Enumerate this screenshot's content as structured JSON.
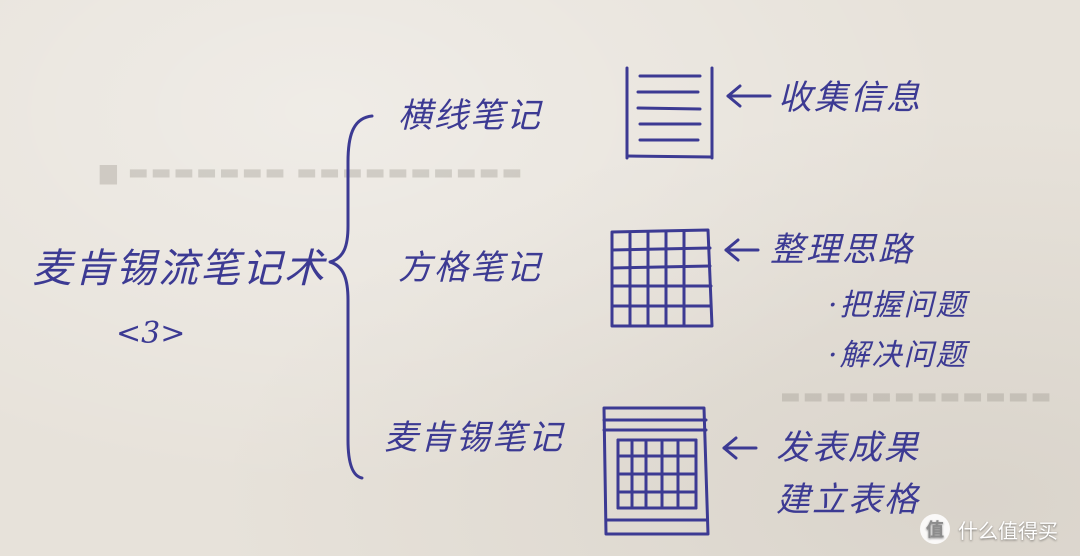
{
  "diagram": {
    "title": "麦肯锡流笔记术",
    "subtitle": "<3>",
    "branches": [
      {
        "label": "横线笔记",
        "note": "收集信息"
      },
      {
        "label": "方格笔记",
        "note": "整理思路",
        "sub_notes": [
          "·把握问题",
          "·解决问题"
        ]
      },
      {
        "label": "麦肯锡笔记",
        "note_lines": [
          "发表成果",
          "建立表格"
        ]
      }
    ],
    "ink_color": "#3c3a93"
  },
  "watermark": {
    "text": "什么值得买",
    "badge": "值"
  }
}
